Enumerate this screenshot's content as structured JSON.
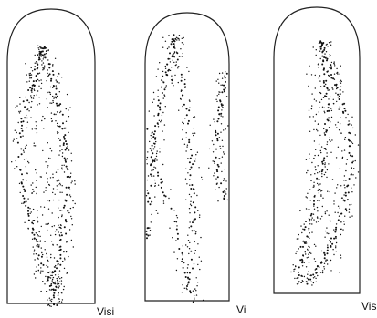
{
  "panels": [
    {
      "id": "left",
      "caption": "Visi",
      "stripes": 2,
      "bend": "right"
    },
    {
      "id": "middle",
      "caption": "Vi",
      "stripes": 3,
      "bend": "wavy"
    },
    {
      "id": "right",
      "caption": "Vis",
      "stripes": 2,
      "bend": "left"
    }
  ],
  "colors": {
    "outline": "#222222",
    "dots": "#111111",
    "background": "#ffffff"
  }
}
